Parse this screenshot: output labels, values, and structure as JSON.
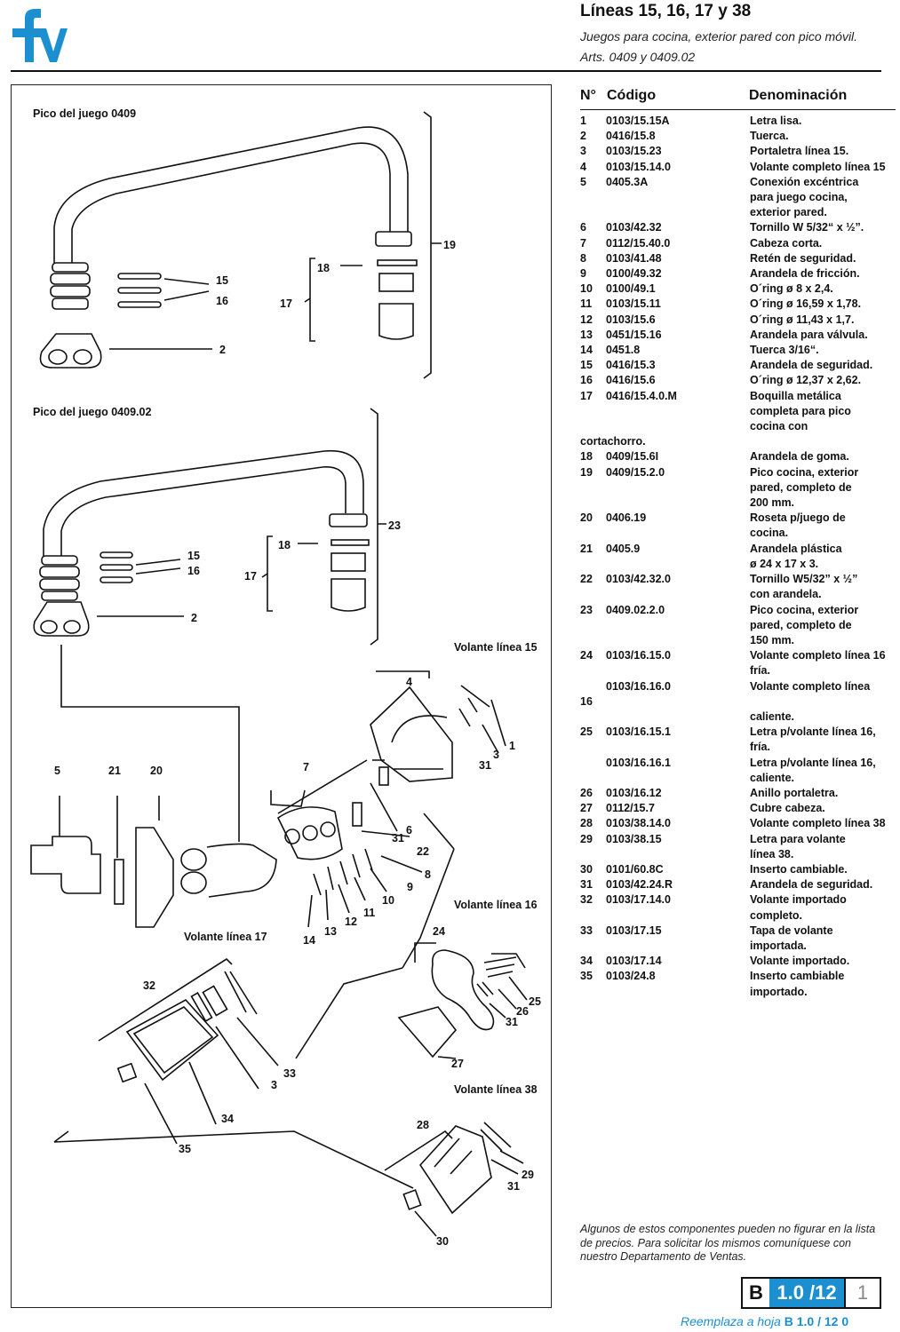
{
  "header": {
    "title": "Líneas 15, 16, 17 y 38",
    "subtitle": "Juegos para cocina, exterior pared con pico móvil.",
    "articles": "Arts. 0409 y 0409.02"
  },
  "colors": {
    "brand": "#1b8fd0",
    "ink": "#111111"
  },
  "diagram": {
    "section_titles": {
      "spout_0409": "Pico del juego 0409",
      "spout_040902": "Pico del juego 0409.02",
      "handle_15": "Volante línea 15",
      "handle_16": "Volante línea 16",
      "handle_17": "Volante línea 17",
      "handle_38": "Volante línea 38"
    },
    "callouts": {
      "a15": "15",
      "a16": "16",
      "a2": "2",
      "a18": "18",
      "a17": "17",
      "a19": "19",
      "b15": "15",
      "b16": "16",
      "b2": "2",
      "b18": "18",
      "b17": "17",
      "b23": "23",
      "c5": "5",
      "c21": "21",
      "c20": "20",
      "c7": "7",
      "c4": "4",
      "c1": "1",
      "c3": "3",
      "c31a": "31",
      "c6": "6",
      "c31b": "31",
      "c22": "22",
      "c8": "8",
      "c9": "9",
      "c10": "10",
      "c11": "11",
      "c12": "12",
      "c13": "13",
      "c14": "14",
      "d24": "24",
      "d25": "25",
      "d26": "26",
      "d31": "31",
      "d27": "27",
      "e32": "32",
      "e33": "33",
      "e3": "3",
      "e34": "34",
      "e35": "35",
      "f28": "28",
      "f29": "29",
      "f31": "31",
      "f30": "30"
    }
  },
  "parts_table": {
    "headers": {
      "number": "N°",
      "code": "Código",
      "name": "Denominación"
    },
    "rows": [
      {
        "n": "1",
        "code": "0103/15.15A",
        "name": "Letra lisa."
      },
      {
        "n": "2",
        "code": "0416/15.8",
        "name": "Tuerca."
      },
      {
        "n": "3",
        "code": "0103/15.23",
        "name": "Portaletra línea 15."
      },
      {
        "n": "4",
        "code": "0103/15.14.0",
        "name": "Volante completo línea 15"
      },
      {
        "n": "5",
        "code": "0405.3A",
        "name": "Conexión excéntrica\npara juego cocina,\nexterior pared."
      },
      {
        "n": "6",
        "code": "0103/42.32",
        "name": "Tornillo W 5/32“ x ½”."
      },
      {
        "n": "7",
        "code": "0112/15.40.0",
        "name": "Cabeza corta."
      },
      {
        "n": "8",
        "code": "0103/41.48",
        "name": "Retén de seguridad."
      },
      {
        "n": "9",
        "code": "0100/49.32",
        "name": "Arandela de fricción."
      },
      {
        "n": "10",
        "code": "0100/49.1",
        "name": "O´ring ø 8 x 2,4."
      },
      {
        "n": "11",
        "code": "0103/15.11",
        "name": "O´ring ø 16,59 x 1,78."
      },
      {
        "n": "12",
        "code": "0103/15.6",
        "name": "O´ring ø 11,43 x 1,7."
      },
      {
        "n": "13",
        "code": "0451/15.16",
        "name": "Arandela para válvula."
      },
      {
        "n": "14",
        "code": "0451.8",
        "name": "Tuerca 3/16“."
      },
      {
        "n": "15",
        "code": "0416/15.3",
        "name": "Arandela de seguridad."
      },
      {
        "n": "16",
        "code": "0416/15.6",
        "name": "O´ring ø 12,37 x 2,62."
      },
      {
        "n": "17",
        "code": "0416/15.4.0.M",
        "name": "Boquilla metálica\ncompleta para pico\ncocina con"
      },
      {
        "n": "",
        "code": "",
        "name": "",
        "lead": "cortachorro."
      },
      {
        "n": "18",
        "code": "0409/15.6I",
        "name": "Arandela de goma."
      },
      {
        "n": "19",
        "code": "0409/15.2.0",
        "name": "Pico cocina, exterior\npared, completo de\n200 mm."
      },
      {
        "n": "20",
        "code": "0406.19",
        "name": "Roseta p/juego de\ncocina."
      },
      {
        "n": "21",
        "code": "0405.9",
        "name": "Arandela plástica\nø 24 x 17 x 3."
      },
      {
        "n": "22",
        "code": "0103/42.32.0",
        "name": "Tornillo W5/32” x ½”\ncon arandela."
      },
      {
        "n": "23",
        "code": "0409.02.2.0",
        "name": "Pico cocina, exterior\npared, completo de\n150 mm."
      },
      {
        "n": "24",
        "code": "0103/16.15.0",
        "name": "Volante completo línea 16\nfría."
      },
      {
        "n": "",
        "code": "0103/16.16.0",
        "name": "Volante completo línea"
      },
      {
        "n": "",
        "code": "",
        "name": "",
        "lead": "16"
      },
      {
        "n": "",
        "code": "",
        "name": "caliente."
      },
      {
        "n": "25",
        "code": "0103/16.15.1",
        "name": "Letra p/volante línea 16,\n             fría."
      },
      {
        "n": "",
        "code": "0103/16.16.1",
        "name": "Letra p/volante línea 16,\ncaliente."
      },
      {
        "n": "26",
        "code": "0103/16.12",
        "name": "Anillo portaletra."
      },
      {
        "n": "27",
        "code": "0112/15.7",
        "name": "Cubre cabeza."
      },
      {
        "n": "28",
        "code": "0103/38.14.0",
        "name": "Volante completo línea 38"
      },
      {
        "n": "29",
        "code": "0103/38.15",
        "name": "Letra para volante\nlínea 38."
      },
      {
        "n": "30",
        "code": "0101/60.8C",
        "name": "Inserto cambiable."
      },
      {
        "n": "31",
        "code": "0103/42.24.R",
        "name": "Arandela de seguridad."
      },
      {
        "n": "32",
        "code": "0103/17.14.0",
        "name": "Volante importado\ncompleto."
      },
      {
        "n": "33",
        "code": "0103/17.15",
        "name": "Tapa de volante\nimportada."
      },
      {
        "n": "34",
        "code": "0103/17.14",
        "name": "Volante importado."
      },
      {
        "n": "35",
        "code": "0103/24.8",
        "name": "Inserto cambiable\nimportado."
      }
    ]
  },
  "footnote": "Algunos de estos componentes pueden no figurar en la lista de precios. Para solicitar los mismos comuníquese con nuestro Departamento de Ventas.",
  "sheet": {
    "letter": "B",
    "number": "1.0 /12",
    "page": "1"
  },
  "replaces": {
    "prefix": "Reemplaza a hoja",
    "ref": "B  1.0 / 12  0"
  }
}
